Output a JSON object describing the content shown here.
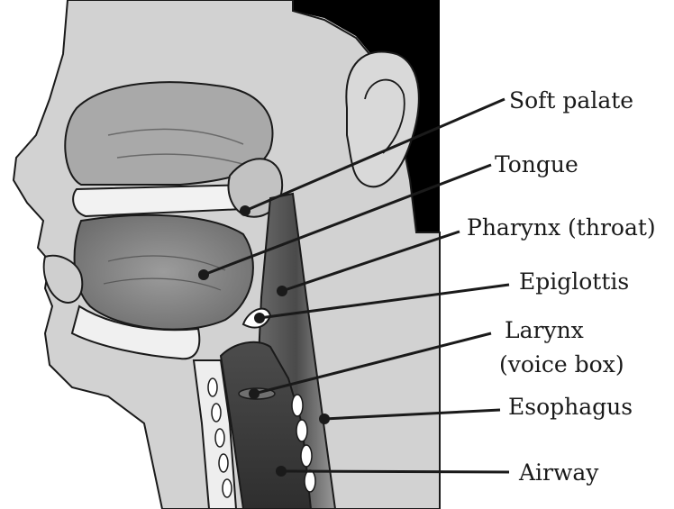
{
  "labels": {
    "soft_palate": "Soft palate",
    "tongue": "Tongue",
    "pharynx": "Pharynx (throat)",
    "epiglottis": "Epiglottis",
    "larynx_line1": "Larynx",
    "larynx_line2": "(voice box)",
    "esophagus": "Esophagus",
    "airway": "Airway"
  },
  "colors": {
    "background": "#ffffff",
    "skin": "#d4d4d4",
    "hair": "#000000",
    "tongue": "#8a8a8a",
    "airway": "#3a3a3a",
    "outline": "#1a1a1a"
  }
}
